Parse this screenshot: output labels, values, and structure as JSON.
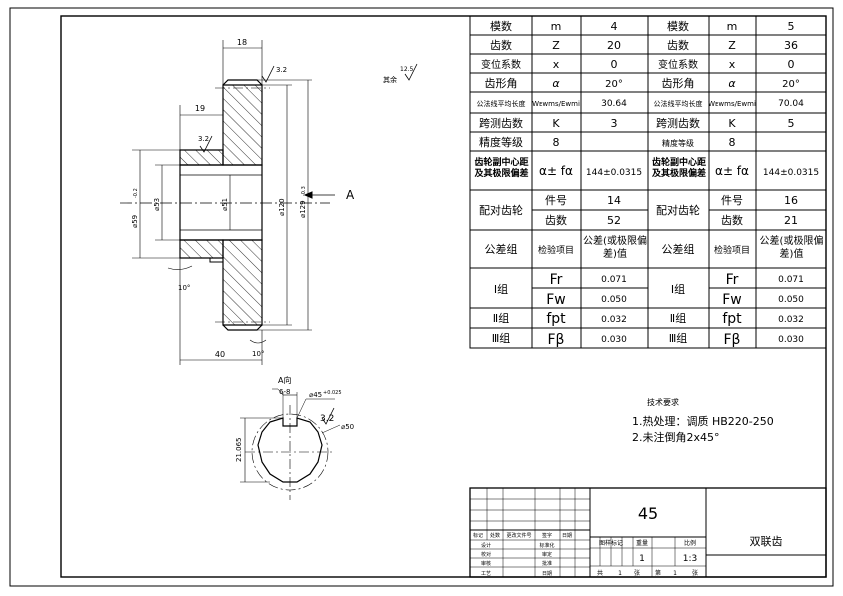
{
  "param_table": {
    "rows": [
      {
        "l1": "模数",
        "s1": "m",
        "v1": "4",
        "l2": "模数",
        "s2": "m",
        "v2": "5"
      },
      {
        "l1": "齿数",
        "s1": "Z",
        "v1": "20",
        "l2": "齿数",
        "s2": "Z",
        "v2": "36"
      },
      {
        "l1": "变位系数",
        "s1": "x",
        "v1": "0",
        "l2": "变位系数",
        "s2": "x",
        "v2": "0"
      },
      {
        "l1": "齿形角",
        "s1": "α",
        "v1": "20°",
        "l2": "齿形角",
        "s2": "α",
        "v2": "20°"
      },
      {
        "l1": "公法线平均长度",
        "s1": "Wᴇwms/Ewmi",
        "v1": "30.64",
        "l2": "公法线平均长度",
        "s2": "Wᴇwms/Ewmi",
        "v2": "70.04"
      },
      {
        "l1": "跨测齿数",
        "s1": "K",
        "v1": "3",
        "l2": "跨测齿数",
        "s2": "K",
        "v2": "5"
      },
      {
        "l1": "精度等级",
        "s1": "8",
        "v1": "",
        "l2": "精度等级",
        "s2": "8",
        "v2": ""
      },
      {
        "l1": "齿轮副中心距及其极限偏差",
        "s1": "α± fα",
        "v1": "144±0.0315",
        "l2": "齿轮副中心距及其极限偏差",
        "s2": "α± fα",
        "v2": "144±0.0315"
      }
    ],
    "mating": {
      "label": "配对齿轮",
      "part_no_label": "件号",
      "teeth_label": "齿数",
      "left_part_no": "14",
      "left_teeth": "52",
      "right_part_no": "16",
      "right_teeth": "21"
    },
    "tolerance_header": {
      "group": "公差组",
      "item": "检验项目",
      "value": "公差(或极限偏差)值"
    },
    "tolerance_rows": [
      {
        "group": "Ⅰ组",
        "item": "Fr",
        "v1": "0.071",
        "v2": "0.071"
      },
      {
        "group": "",
        "item": "Fw",
        "v1": "0.050",
        "v2": "0.050"
      },
      {
        "group": "Ⅱ组",
        "item": "fpt",
        "v1": "0.032",
        "v2": "0.032"
      },
      {
        "group": "Ⅲ组",
        "item": "Fβ",
        "v1": "0.030",
        "v2": "0.030"
      }
    ]
  },
  "technical_requirements": {
    "title": "技术要求",
    "line1": "1.热处理：调质 HB220-250",
    "line2": "2.未注倒角2x45°"
  },
  "title_block": {
    "material": "45",
    "part_name": "双联齿",
    "scale": "1:3",
    "quantity": "1",
    "left_labels": [
      "标记",
      "处数",
      "更改文件号",
      "签字",
      "日期"
    ],
    "roles": [
      "设计",
      "校对",
      "审核",
      "工艺"
    ],
    "roles2": [
      "标准化",
      "审定",
      "批准",
      "日期"
    ],
    "stage_labels": [
      "图样标记",
      "重量",
      "比例"
    ],
    "sheet_labels": [
      "共",
      "张",
      "第",
      "张"
    ],
    "sheet_values": [
      "1",
      "1"
    ]
  },
  "drawing": {
    "surface_finish_global": "其余",
    "roughness_all": "12.5",
    "roughness_top": "3.2",
    "roughness_bore": "3.2",
    "roughness_keyway": "3.2",
    "section_label": "A",
    "view_label": "A向",
    "keyway_tol": "6-8",
    "dims": {
      "hub_width": "18",
      "bore_length": "19",
      "total_length": "40",
      "hub_od": "⌀59",
      "hub_od_tol": "-0.2",
      "bore_d": "⌀53",
      "bore_mid": "⌀51",
      "gear_pitch": "⌀120",
      "gear_od": "⌀129",
      "gear_od_tol": "-0.3",
      "chamfer_angle_bottom": "10°",
      "chamfer_angle_right": "10°",
      "keyway_depth": "21.065",
      "small_d": "⌀45",
      "small_d_tol": "+0.025",
      "large_d": "⌀50"
    }
  }
}
